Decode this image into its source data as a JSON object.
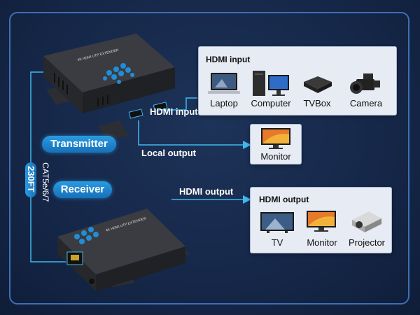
{
  "transmitter_label": "Transmitter",
  "receiver_label": "Receiver",
  "cable_type": "CAT5e/6/7",
  "distance": "230FT",
  "device_text": "4K HDMI UTP EXTENDER",
  "annotations": {
    "hdmi_input": "HDMI input",
    "local_output": "Local output",
    "hdmi_output": "HDMI output"
  },
  "input_panel": {
    "title": "HDMI input",
    "devices": [
      "Laptop",
      "Computer",
      "TVBox",
      "Camera"
    ]
  },
  "monitor_panel": {
    "device": "Monitor"
  },
  "output_panel": {
    "title": "HDMI output",
    "devices": [
      "TV",
      "Monitor",
      "Projector"
    ]
  },
  "colors": {
    "background": "#16284a",
    "accent": "#2b9be0",
    "connector_line": "#3fb7ef",
    "panel": "#e7ebf3"
  }
}
